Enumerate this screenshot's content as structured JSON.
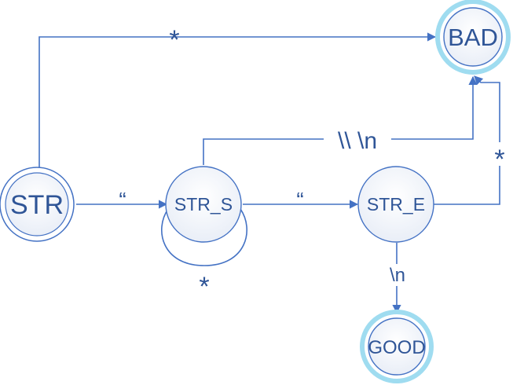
{
  "colors": {
    "edge": "#4472c4",
    "text": "#2f5597",
    "node_fill": "#f4f6fb",
    "accept_ring": "#9fdcf0"
  },
  "nodes": {
    "str": {
      "label": "STR"
    },
    "str_s": {
      "label": "STR_S"
    },
    "str_e": {
      "label": "STR_E"
    },
    "bad": {
      "label": "BAD"
    },
    "good": {
      "label": "GOOD"
    }
  },
  "edges": {
    "str_to_bad": {
      "label": "*"
    },
    "str_to_str_s": {
      "label": "“"
    },
    "str_s_loop": {
      "label": "*"
    },
    "str_s_to_bad": {
      "label": "\\\\ \\n"
    },
    "str_s_to_str_e": {
      "label": "“"
    },
    "str_e_to_bad": {
      "label": "*"
    },
    "str_e_to_good": {
      "label": "\\n"
    }
  }
}
